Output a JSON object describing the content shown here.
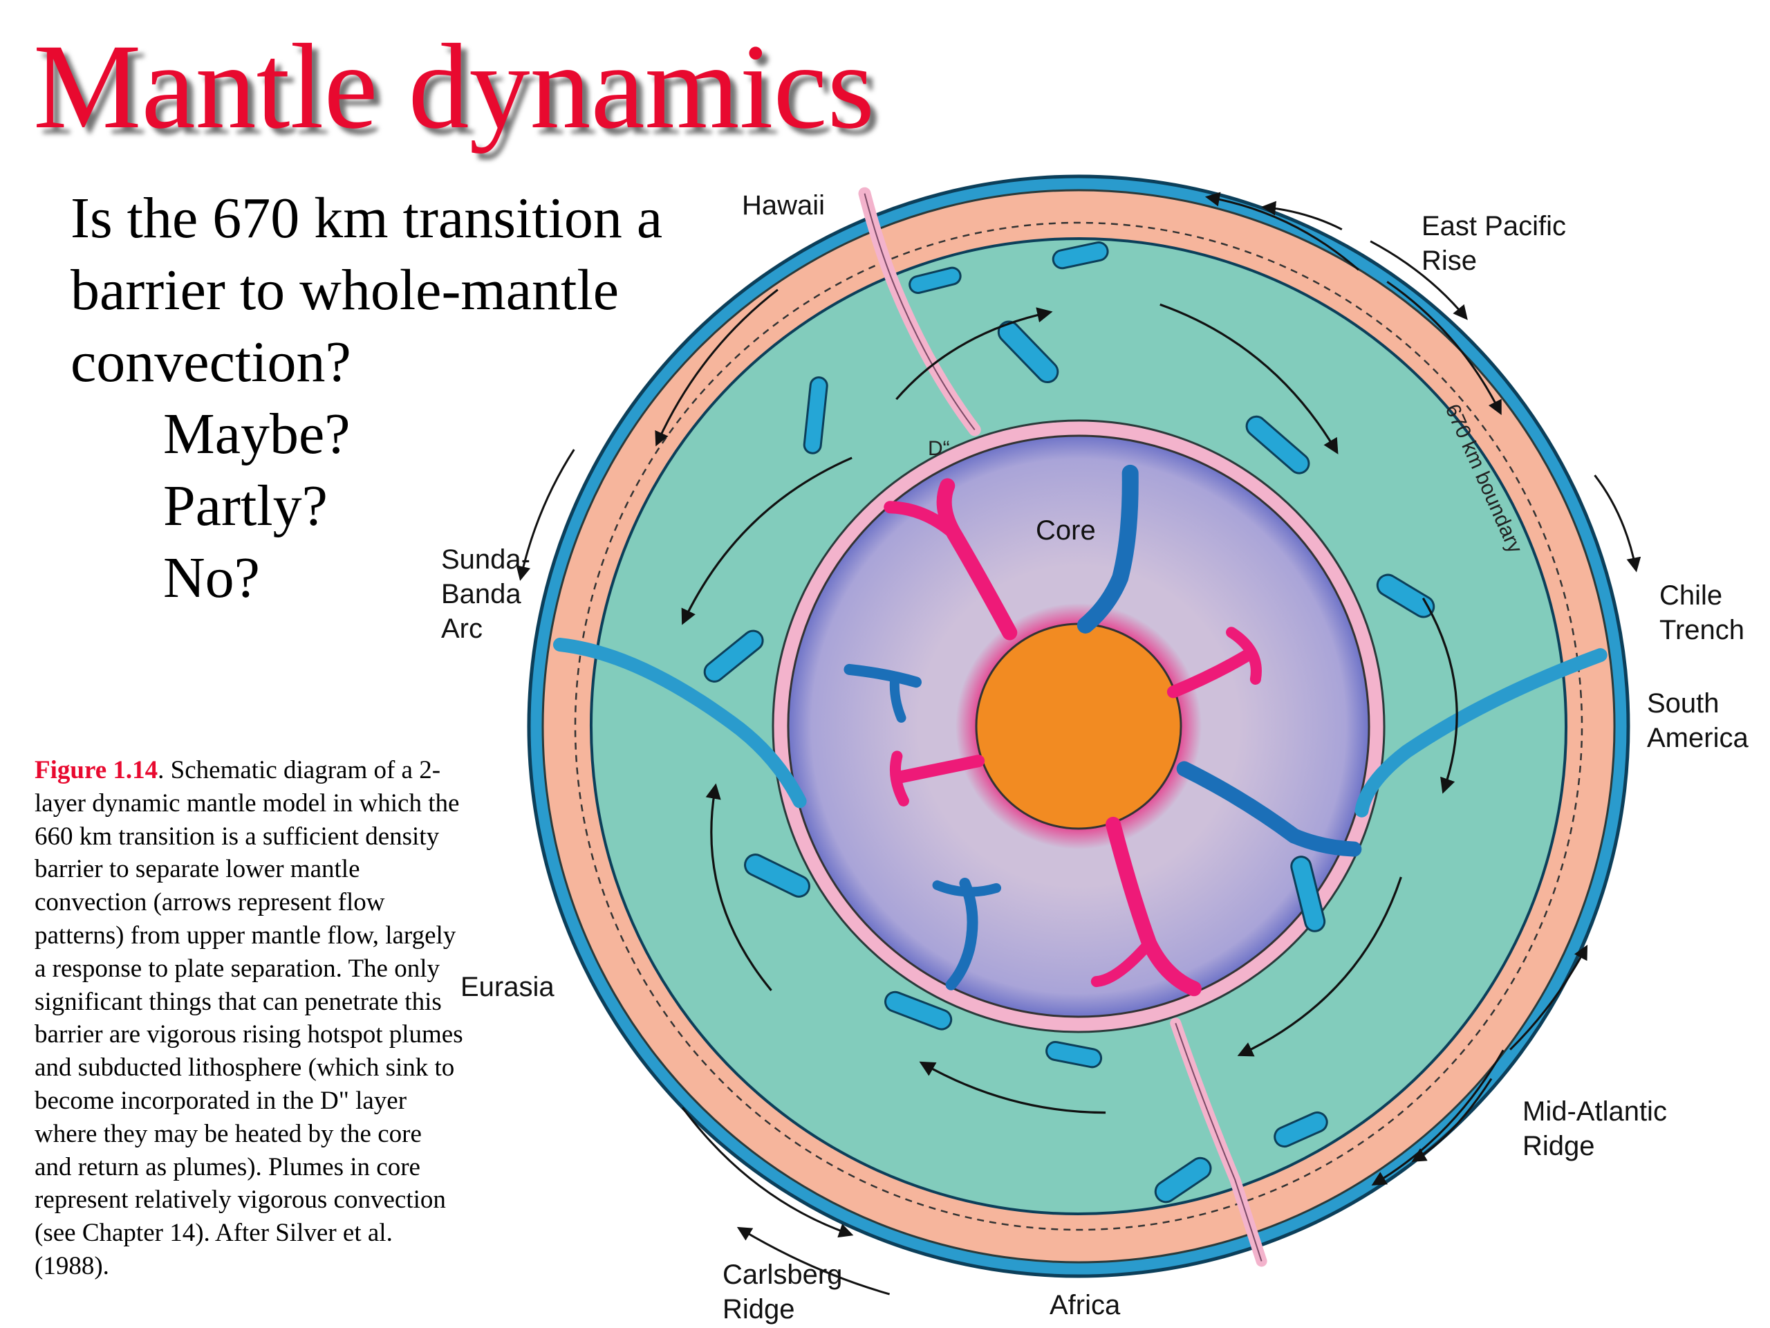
{
  "slide": {
    "title": "Mantle dynamics",
    "question": {
      "line1": "Is the 670 km transition a",
      "line2": "barrier to whole-mantle",
      "line3": "convection?",
      "answers": [
        "Maybe?",
        "Partly?",
        "No?"
      ]
    },
    "caption": {
      "figure_label": "Figure 1.14",
      "text": ". Schematic diagram of a 2-layer dynamic mantle model in which the 660 km transition is a sufficient density barrier to separate lower mantle convection (arrows represent flow patterns) from upper mantle flow, largely a response to plate separation. The only significant things that can penetrate this barrier are vigorous rising hotspot plumes and subducted lithosphere (which sink to become incorporated in the D\" layer where they may be heated by the core and return as plumes). Plumes in core represent relatively vigorous convection (see Chapter 14). After Silver et al. (1988)."
    }
  },
  "diagram": {
    "labels": {
      "hawaii": "Hawaii",
      "east_pacific_1": "East Pacific",
      "east_pacific_2": "Rise",
      "sunda_1": "Sunda-",
      "sunda_2": "Banda",
      "sunda_3": "Arc",
      "chile_1": "Chile",
      "chile_2": "Trench",
      "south_america_1": "South",
      "south_america_2": "America",
      "eurasia": "Eurasia",
      "mid_atlantic_1": "Mid-Atlantic",
      "mid_atlantic_2": "Ridge",
      "carlsberg_1": "Carlsberg",
      "carlsberg_2": "Ridge",
      "africa": "Africa",
      "core": "Core",
      "d_double_prime": "D“",
      "boundary_670": "670 km boundary"
    },
    "colors": {
      "title_red": "#e8092f",
      "crust_blue": "#2a9bcd",
      "upper_mantle_salmon": "#f6b59c",
      "mantle_green": "#82ccbc",
      "d_layer_pink": "#f3b3cc",
      "core_lavender": "#cec0da",
      "inner_core_orange": "#f28b22",
      "hot_plume_magenta": "#ee1a78",
      "cold_slab_blue": "#1b6fb8",
      "slab_cyan": "#25a6d6"
    }
  }
}
